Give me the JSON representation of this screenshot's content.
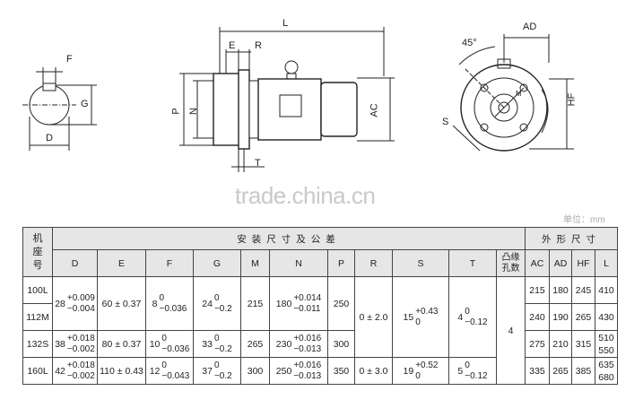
{
  "drawings": {
    "shaft_labels": {
      "F": "F",
      "G": "G",
      "D": "D"
    },
    "side_labels": {
      "L": "L",
      "E": "E",
      "R": "R",
      "P": "P",
      "N": "N",
      "AC": "AC",
      "T": "T"
    },
    "front_labels": {
      "AD": "AD",
      "angle": "45°",
      "HF": "HF",
      "S": "S",
      "M": "M"
    }
  },
  "watermark": "trade.china.cn",
  "unit": "单位：mm",
  "table": {
    "frame_header": "机座号",
    "install_header": "安装尺寸及公差",
    "outline_header": "外形尺寸",
    "columns": [
      "D",
      "E",
      "F",
      "G",
      "M",
      "N",
      "P",
      "R",
      "S",
      "T",
      "凸缘孔数",
      "AC",
      "AD",
      "HF",
      "L"
    ],
    "frames": [
      "100L",
      "112M",
      "132S",
      "160L"
    ],
    "D": [
      {
        "n": "28",
        "up": "+0.009",
        "lo": "−0.004"
      },
      {
        "n": "38",
        "up": "+0.018",
        "lo": "−0.002"
      },
      {
        "n": "42",
        "up": "+0.018",
        "lo": "−0.002"
      }
    ],
    "E": [
      "60 ± 0.37",
      "80 ± 0.37",
      "110 ± 0.43"
    ],
    "F": [
      {
        "n": "8",
        "up": "0",
        "lo": "−0.036"
      },
      {
        "n": "10",
        "up": "0",
        "lo": "−0.036"
      },
      {
        "n": "12",
        "up": "0",
        "lo": "−0.043"
      }
    ],
    "G": [
      {
        "n": "24",
        "up": "0",
        "lo": "−0.2"
      },
      {
        "n": "33",
        "up": "0",
        "lo": "−0.2"
      },
      {
        "n": "37",
        "up": "0",
        "lo": "−0.2"
      }
    ],
    "M": [
      "215",
      "265",
      "300"
    ],
    "N": [
      {
        "n": "180",
        "up": "+0.014",
        "lo": "−0.011"
      },
      {
        "n": "230",
        "up": "+0.016",
        "lo": "−0.013"
      },
      {
        "n": "250",
        "up": "+0.016",
        "lo": "−0.013"
      }
    ],
    "P": [
      "250",
      "300",
      "350"
    ],
    "R": [
      "0 ± 2.0",
      "0 ± 3.0"
    ],
    "S": [
      {
        "n": "15",
        "up": "+0.43",
        "lo": "0"
      },
      {
        "n": "19",
        "up": "+0.52",
        "lo": "0"
      }
    ],
    "T": [
      {
        "n": "4",
        "up": "0",
        "lo": "−0.12"
      },
      {
        "n": "5",
        "up": "0",
        "lo": "−0.12"
      }
    ],
    "holes": "4",
    "AC": [
      "215",
      "240",
      "275",
      "335"
    ],
    "AD": [
      "180",
      "190",
      "210",
      "265"
    ],
    "HF": [
      "245",
      "265",
      "315",
      "385"
    ],
    "L": [
      [
        "410"
      ],
      [
        "430"
      ],
      [
        "510",
        "550"
      ],
      [
        "635",
        "680"
      ]
    ]
  }
}
